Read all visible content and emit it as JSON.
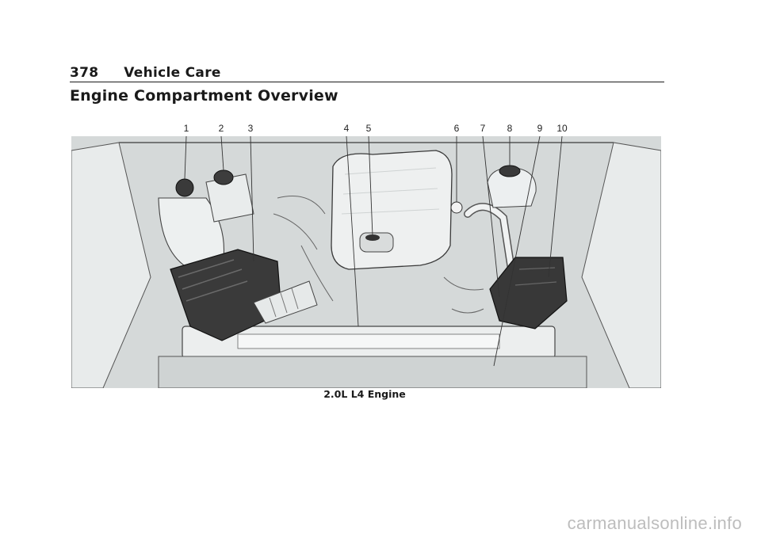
{
  "header": {
    "page_number": "378",
    "section": "Vehicle Care"
  },
  "title": "Engine Compartment Overview",
  "figure": {
    "callouts": [
      "1",
      "2",
      "3",
      "4",
      "5",
      "6",
      "7",
      "8",
      "9",
      "10"
    ],
    "caption": "2.0L L4 Engine"
  },
  "watermark": "carmanualsonline.info",
  "colors": {
    "line": "#3c3c3c",
    "fill_light": "#e4e7e7",
    "fill_dark": "#3a3a3a",
    "background": "#d6dada"
  }
}
